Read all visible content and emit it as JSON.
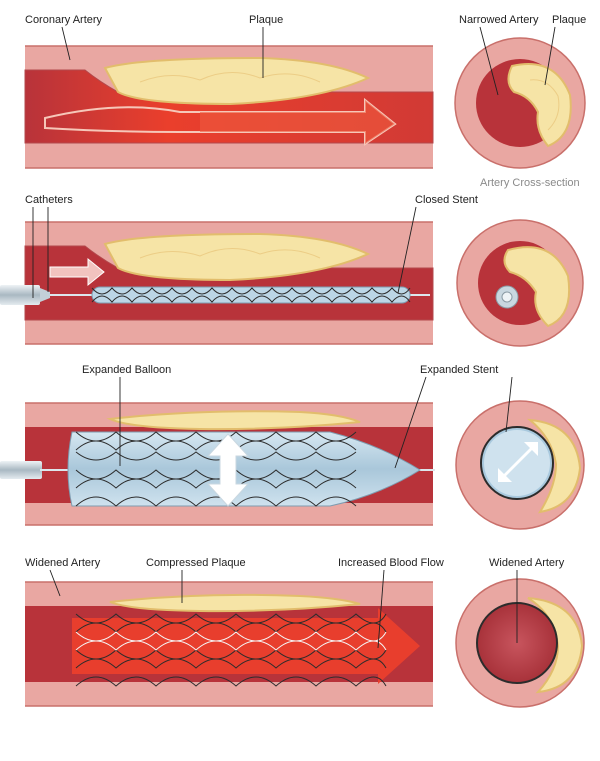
{
  "labels": {
    "coronary_artery": "Coronary Artery",
    "plaque_1": "Plaque",
    "narrowed_artery": "Narrowed Artery",
    "plaque_2": "Plaque",
    "artery_cross_section": "Artery Cross-section",
    "catheters": "Catheters",
    "closed_stent": "Closed Stent",
    "expanded_balloon": "Expanded Balloon",
    "expanded_stent": "Expanded Stent",
    "widened_artery_1": "Widened Artery",
    "compressed_plaque": "Compressed Plaque",
    "increased_blood_flow": "Increased Blood Flow",
    "widened_artery_2": "Widened Artery"
  },
  "colors": {
    "artery_wall": "#e9a7a2",
    "artery_wall_edge": "#c9706b",
    "lumen": "#b8333a",
    "blood_flow": "#ea3f2c",
    "plaque": "#f6e4a6",
    "plaque_edge": "#e2bd6c",
    "stent_wire": "#2c2c2c",
    "balloon": "#bcd6e6",
    "arrow_white": "#ffffff"
  }
}
